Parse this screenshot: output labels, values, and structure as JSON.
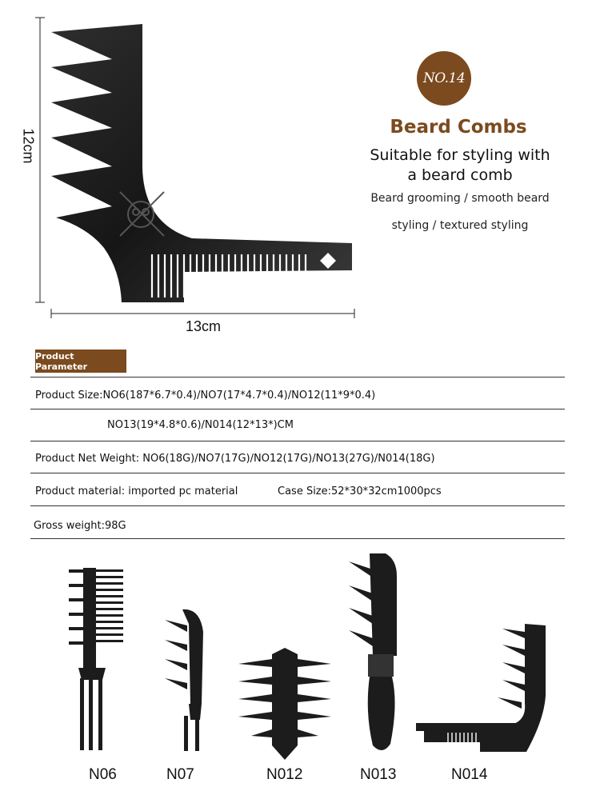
{
  "badge": "NO.14",
  "title": "Beard Combs",
  "subtitle_line1": "Suitable for styling with",
  "subtitle_line2": "a beard comb",
  "desc_line1": "Beard grooming / smooth beard",
  "desc_line2": "styling / textured styling",
  "dim_height": "12cm",
  "dim_width": "13cm",
  "param_header": "Product Parameter",
  "rows": {
    "size_1": "Product Size:NO6(187*6.7*0.4)/NO7(17*4.7*0.4)/NO12(11*9*0.4)",
    "size_2": "NO13(19*4.8*0.6)/N014(12*13*)CM",
    "weight": "Product Net Weight: NO6(18G)/NO7(17G)/NO12(17G)/NO13(27G)/N014(18G)",
    "material": "Product material: imported pc material",
    "case": "Case Size:52*30*32cm1000pcs",
    "gross": "Gross weight:98G"
  },
  "labels": [
    "N06",
    "N07",
    "N012",
    "N013",
    "N014"
  ],
  "colors": {
    "brown": "#7b4a1e",
    "comb": "#1c1c1c"
  }
}
